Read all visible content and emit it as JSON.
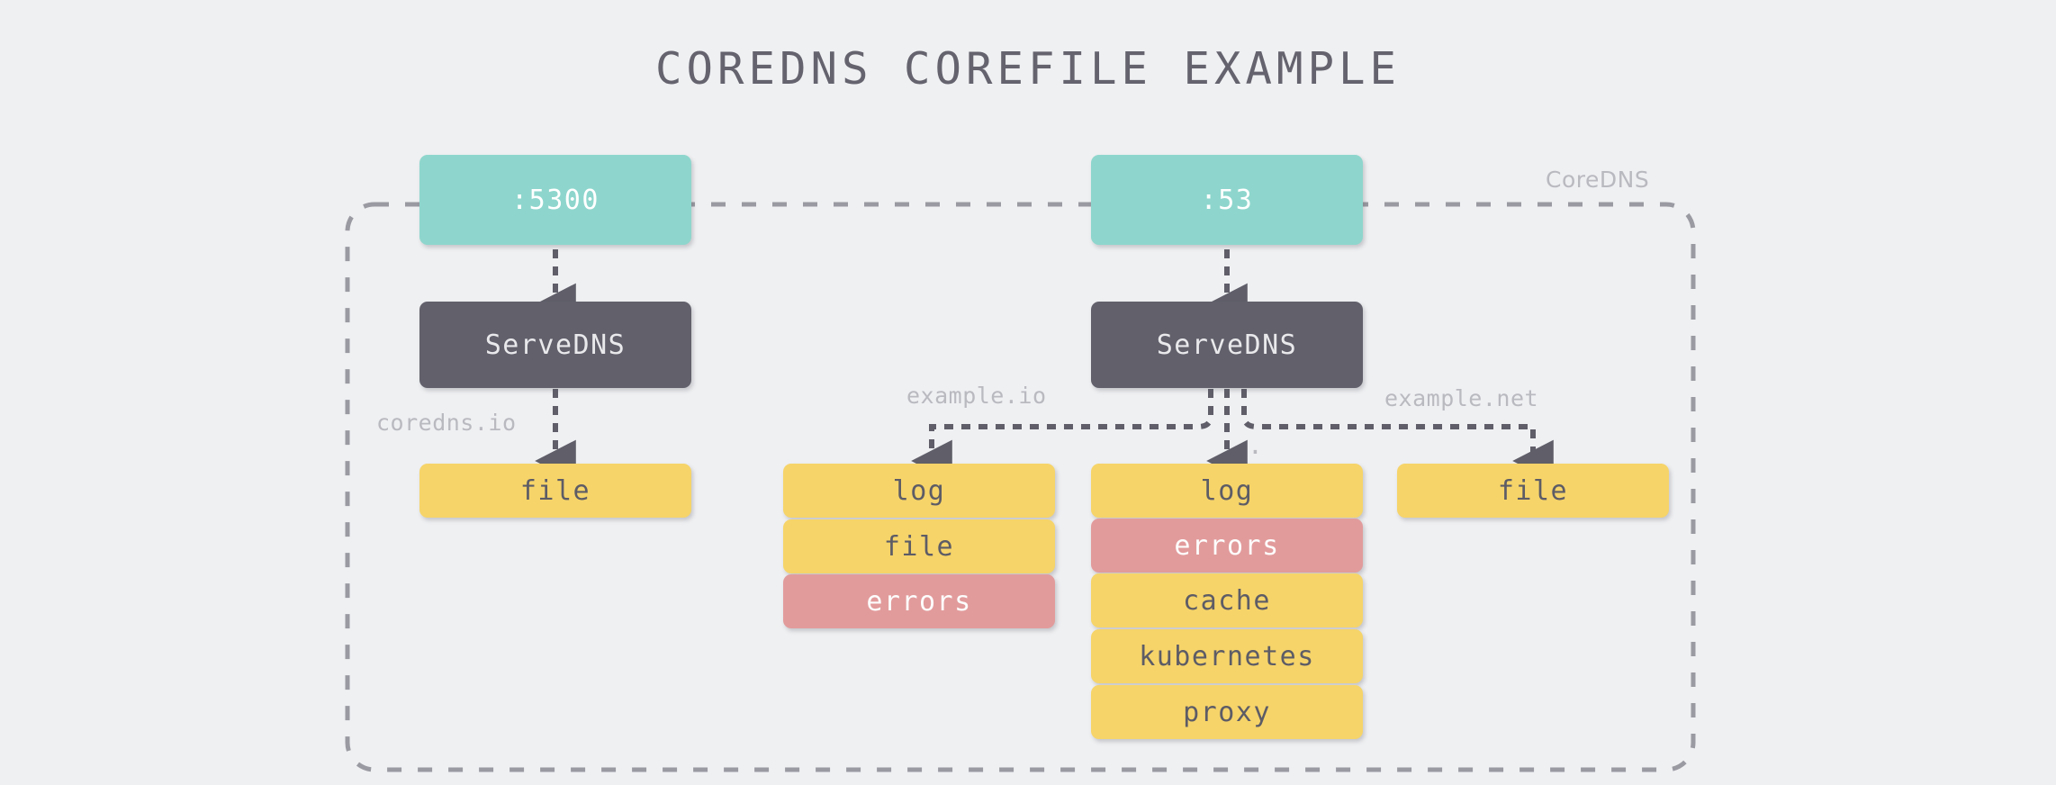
{
  "page": {
    "title": "COREDNS COREFILE EXAMPLE",
    "background_color": "#eff0f2"
  },
  "palette": {
    "teal": "#8ed6cd",
    "dark": "#61606b",
    "yellow": "#f6d469",
    "red": "#e29b9b",
    "label_gray": "#b9b9c0",
    "line_gray": "#9a9aa2",
    "arrow_gray": "#5f5e69"
  },
  "container": {
    "label": "CoreDNS"
  },
  "servers": [
    {
      "id": "port-5300",
      "label": ":5300"
    },
    {
      "id": "port-53",
      "label": ":53"
    }
  ],
  "handlers": [
    {
      "id": "servedns-left",
      "label": "ServeDNS"
    },
    {
      "id": "servedns-right",
      "label": "ServeDNS"
    }
  ],
  "zone_labels": [
    {
      "id": "coredns-io",
      "label": "coredns.io"
    },
    {
      "id": "example-io",
      "label": "example.io"
    },
    {
      "id": "root-zone",
      "label": "."
    },
    {
      "id": "example-net",
      "label": "example.net"
    }
  ],
  "plugin_stacks": [
    {
      "id": "stack-coredns-io",
      "zone": "coredns.io",
      "plugins": [
        {
          "name": "file",
          "kind": "yellow"
        }
      ]
    },
    {
      "id": "stack-example-io",
      "zone": "example.io",
      "plugins": [
        {
          "name": "log",
          "kind": "yellow"
        },
        {
          "name": "file",
          "kind": "yellow"
        },
        {
          "name": "errors",
          "kind": "red"
        }
      ]
    },
    {
      "id": "stack-root",
      "zone": ".",
      "plugins": [
        {
          "name": "log",
          "kind": "yellow"
        },
        {
          "name": "errors",
          "kind": "red"
        },
        {
          "name": "cache",
          "kind": "yellow"
        },
        {
          "name": "kubernetes",
          "kind": "yellow"
        },
        {
          "name": "proxy",
          "kind": "yellow"
        }
      ]
    },
    {
      "id": "stack-example-net",
      "zone": "example.net",
      "plugins": [
        {
          "name": "file",
          "kind": "yellow"
        }
      ]
    }
  ]
}
